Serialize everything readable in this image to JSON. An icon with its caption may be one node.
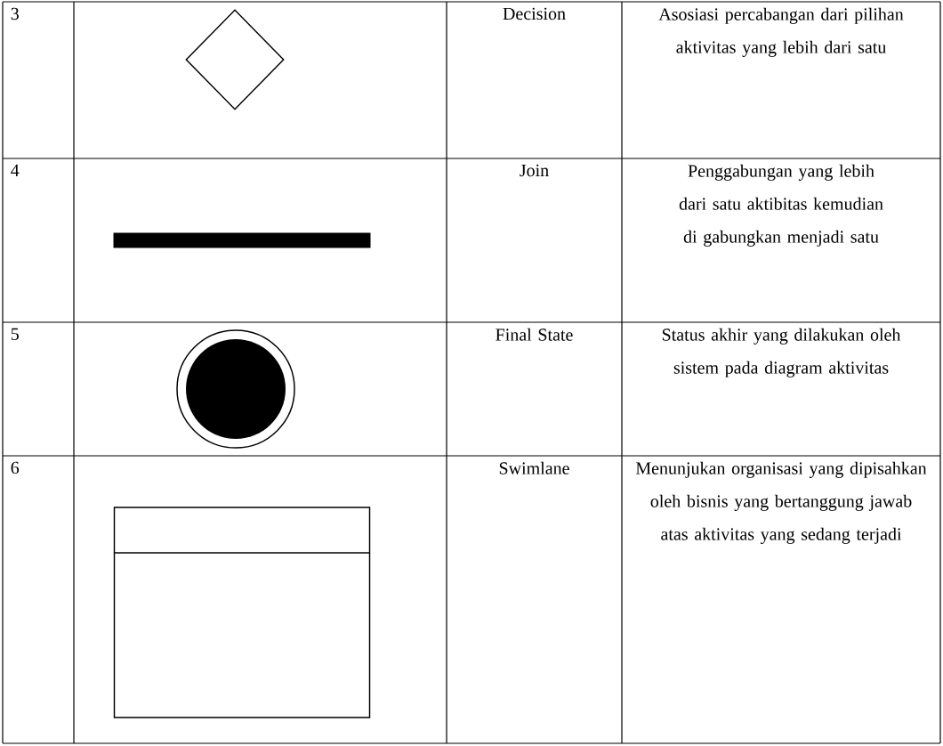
{
  "diagram": {
    "nodes": [
      {
        "text": [],
        "shape": "diamond"
      },
      {
        "text": [],
        "shape": "bar"
      },
      {
        "text": [],
        "shape": "circle"
      },
      {
        "text": [],
        "shape": "box"
      }
    ],
    "labels": [
      "3",
      "Decision",
      "Asosiasi percabangan dari pilihan aktivitas yang lebih dari satu",
      "4",
      "Join",
      "Penggabungan yang lebih dari satu aktibitas kemudian di gabungkan menjadi satu",
      "5",
      "Final State",
      "Status akhir yang dilakukan oleh sistem pada diagram aktivitas",
      "6",
      "Swimlane",
      "Menunjukan organisasi yang dipisahkan oleh bisnis yang bertanggung jawab atas aktivitas yang sedang terjadi"
    ]
  }
}
